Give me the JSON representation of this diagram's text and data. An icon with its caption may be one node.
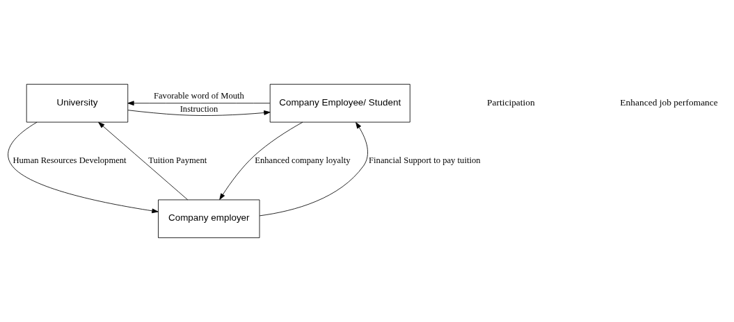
{
  "diagram": {
    "nodes": [
      {
        "text": [
          "University"
        ]
      },
      {
        "text": [
          "Company Employee/ Student"
        ]
      },
      {
        "text": [
          "Company employer"
        ]
      }
    ],
    "edges": [
      {
        "from": 1,
        "to": 0,
        "arrow": "to",
        "label": "Favorable word of Mouth"
      },
      {
        "from": 0,
        "to": 1,
        "arrow": "to",
        "label": "Instruction"
      },
      {
        "from": 2,
        "to": 0,
        "arrow": "to",
        "label": "Tuition Payment"
      },
      {
        "from": 0,
        "to": 2,
        "arrow": "to",
        "label": "Human Resources Development"
      },
      {
        "from": 2,
        "to": 1,
        "arrow": "to",
        "label": "Financial Support to pay tuition"
      },
      {
        "from": 1,
        "to": 2,
        "arrow": "to",
        "label": "Enhanced company loyalty"
      }
    ],
    "labels": [
      "Participation",
      "Enhanced job perfomance"
    ]
  }
}
